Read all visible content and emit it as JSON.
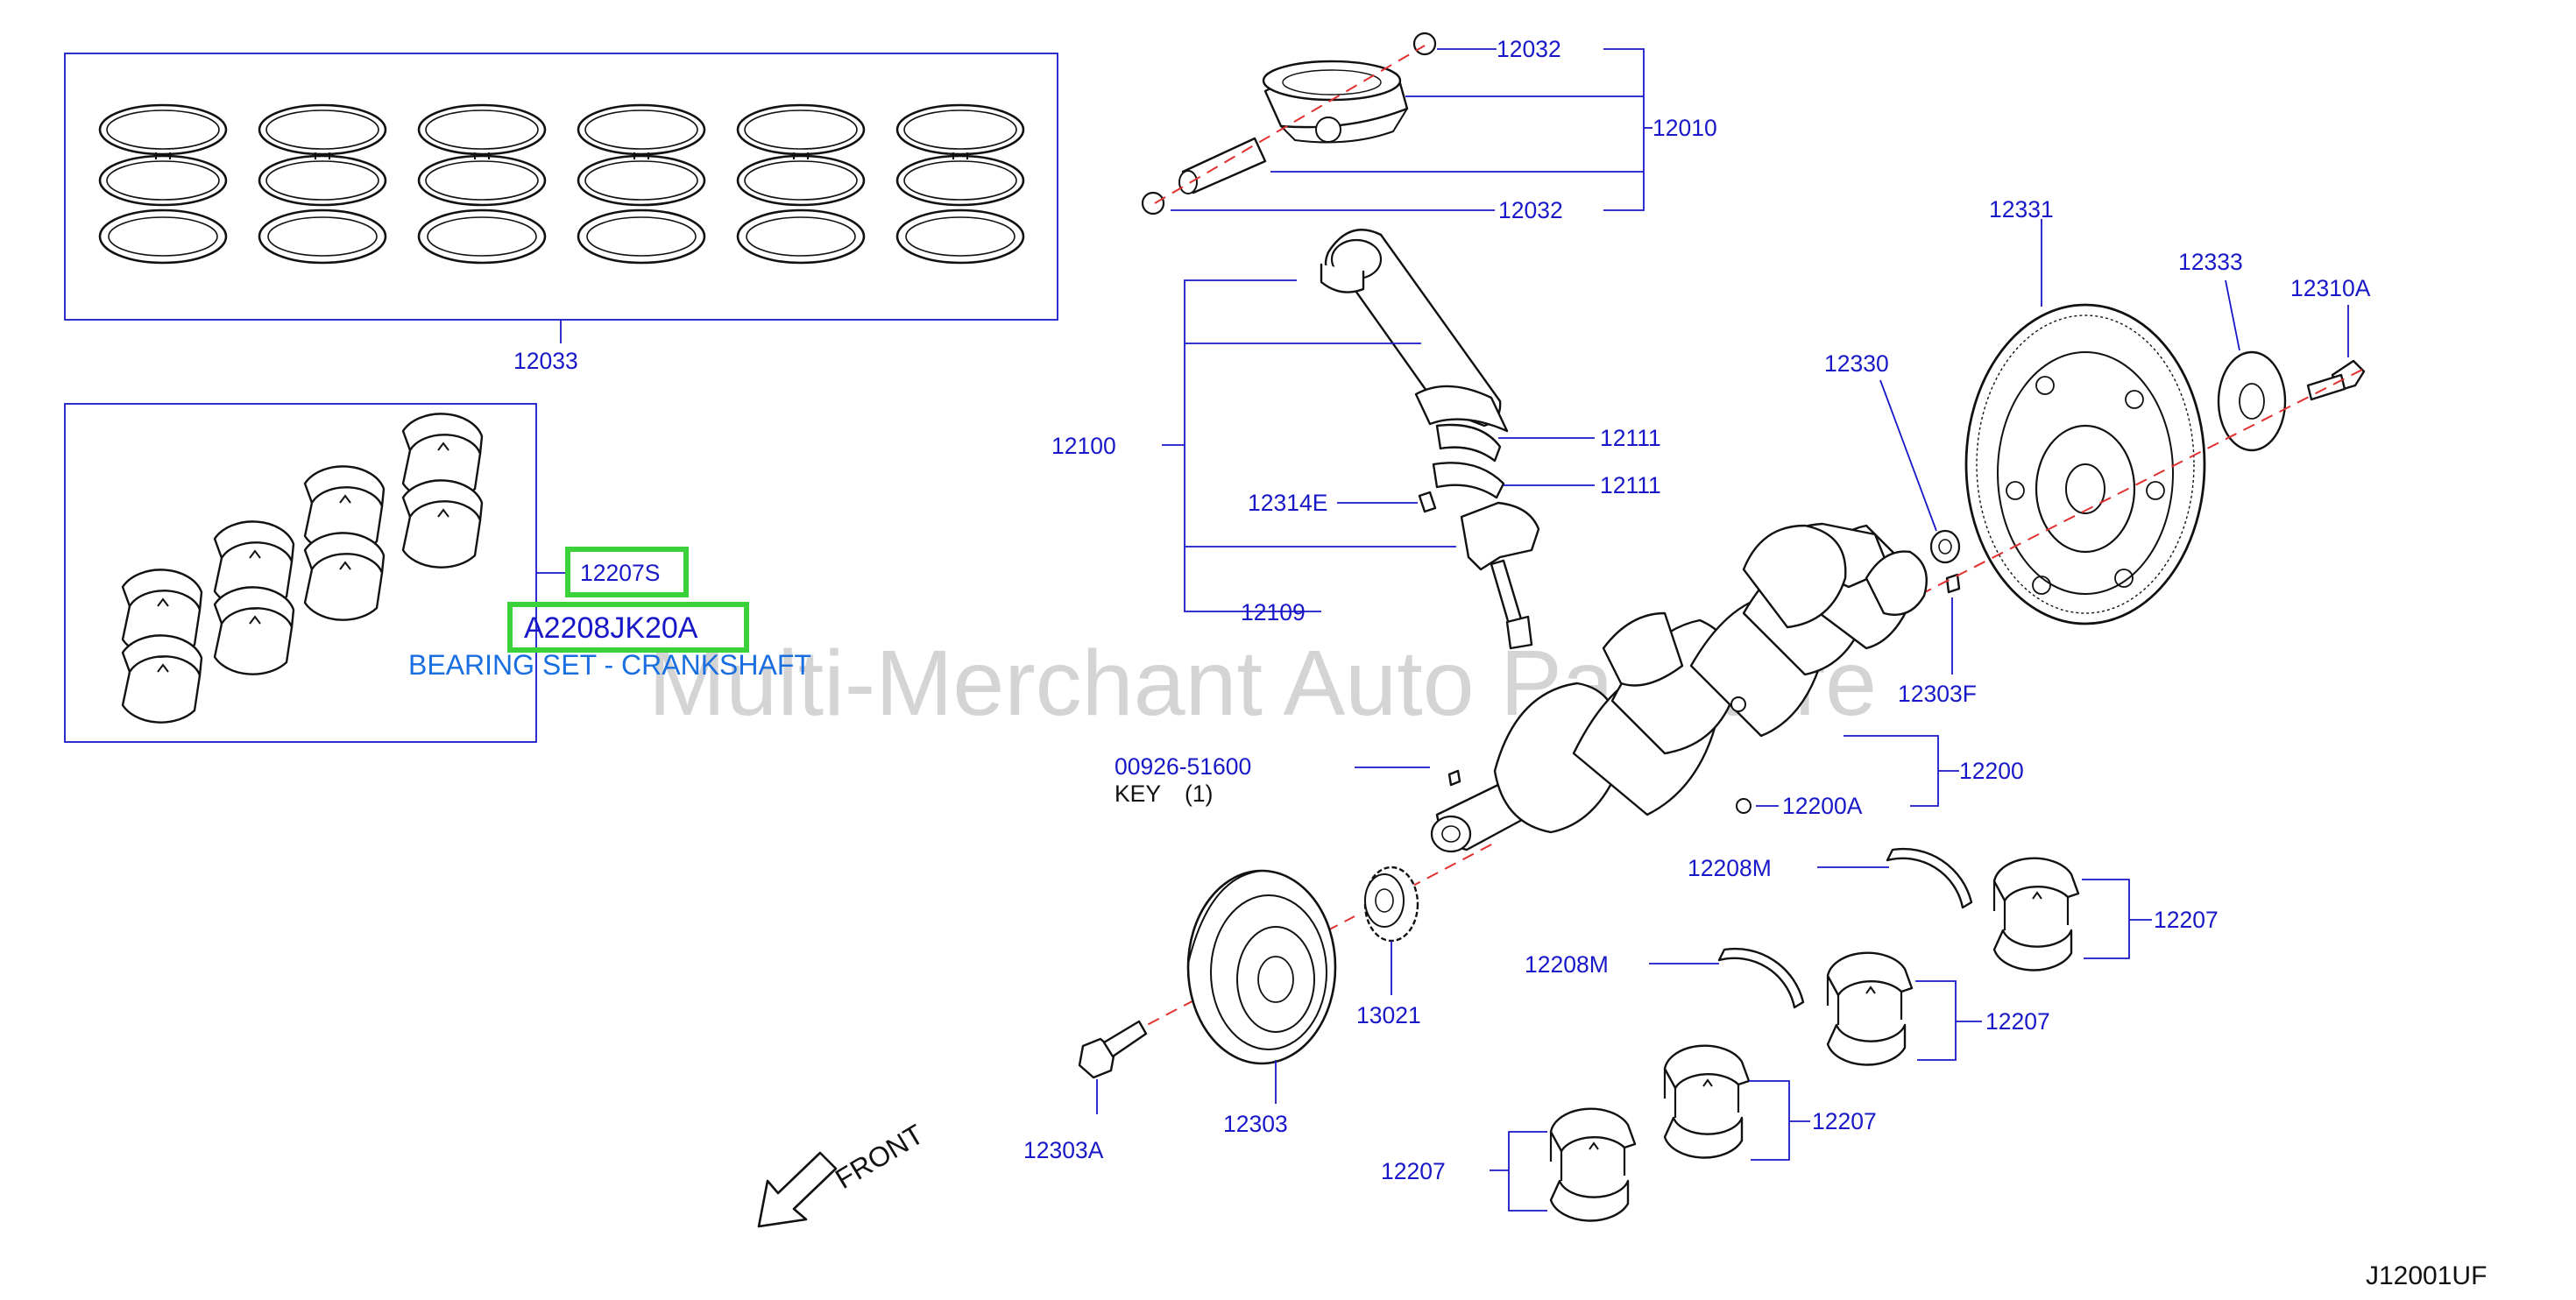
{
  "diagram_code": "J12001UF",
  "watermark": "Multi-Merchant Auto Partstore",
  "front_label": "FRONT",
  "selected": {
    "part_number": "12207S",
    "oem_number": "A2208JK20A",
    "description": "BEARING SET - CRANKSHAFT"
  },
  "callouts": {
    "piston_ring_set": "12033",
    "snap_ring_top": "12032",
    "snap_ring_bottom": "12032",
    "piston_pin_assy": "12010",
    "connecting_rod_assy": "12100",
    "rod_bearing_upper": "12111",
    "rod_bearing_lower": "12111",
    "rod_nut": "12314E",
    "rod_bolt": "12109",
    "flywheel": "12331",
    "flywheel_plate": "12333",
    "flywheel_bolt": "12310A",
    "pilot_bushing": "12330",
    "dowel_pin": "12303F",
    "crankshaft": "12200",
    "crank_plug": "12200A",
    "key_part": "00926-51600",
    "key_name": "KEY",
    "key_qty": "(1)",
    "thrust_washer_upper": "12208M",
    "thrust_washer_lower": "12208M",
    "main_bearing_1": "12207",
    "main_bearing_2": "12207",
    "main_bearing_3": "12207",
    "main_bearing_4": "12207",
    "sprocket": "13021",
    "pulley": "12303",
    "pulley_bolt": "12303A"
  }
}
